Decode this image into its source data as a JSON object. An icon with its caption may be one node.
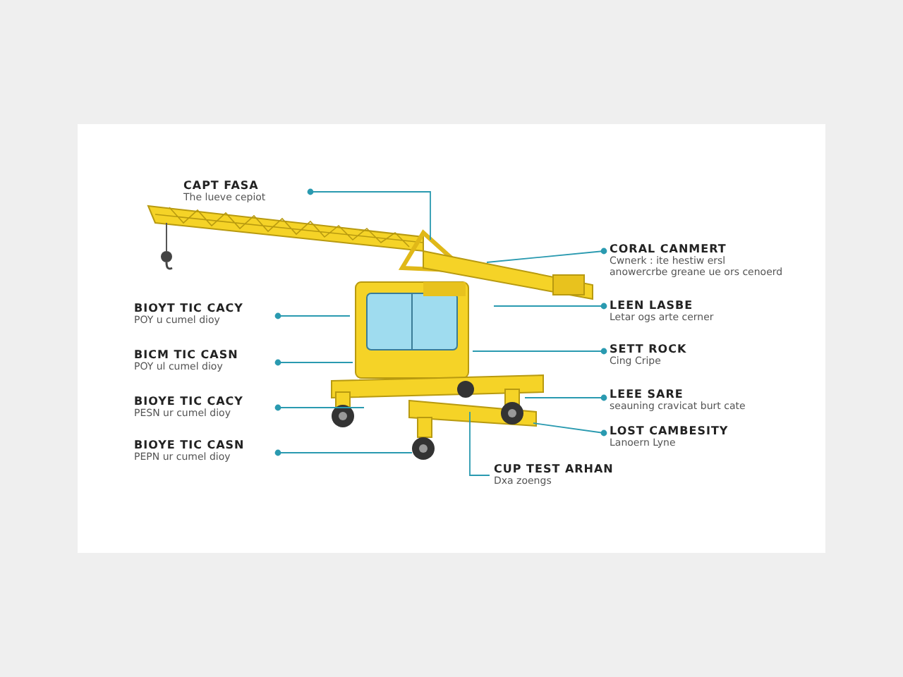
{
  "diagram": {
    "nodes": [
      {
        "text": [
          "CAPT FASA",
          "The lueve cepiot"
        ]
      },
      {
        "text": [
          "BIOYT TIC CACY",
          "POY u cumel dioy"
        ]
      },
      {
        "text": [
          "BICM TIC CASN",
          "POY ul cumel dioy"
        ]
      },
      {
        "text": [
          "BIOYE TIC CACY",
          "PESN ur cumel dioy"
        ]
      },
      {
        "text": [
          "BIOYE TIC CASN",
          "PEPN ur cumel dioy"
        ]
      },
      {
        "text": [
          "CORAL CANMERT",
          "Cwnerk : ite hestiw ersl anowercrbe greane ue ors cenoerd"
        ]
      },
      {
        "text": [
          "LEEN LASBE",
          "Letar ogs arte cerner"
        ]
      },
      {
        "text": [
          "SETT ROCK",
          "Cing Cripe"
        ]
      },
      {
        "text": [
          "LEEE SARE",
          "seauning cravicat burt cate"
        ]
      },
      {
        "text": [
          "LOST CAMBESITY",
          "Lanoern Lyne"
        ]
      },
      {
        "text": [
          "CUP TEST ARHAN",
          "Dxa zoengs"
        ]
      }
    ],
    "edges": [
      {
        "from": 0,
        "to": null,
        "arrow": "other"
      },
      {
        "from": 1,
        "to": null,
        "arrow": "other"
      },
      {
        "from": 2,
        "to": null,
        "arrow": "other"
      },
      {
        "from": 3,
        "to": null,
        "arrow": "other"
      },
      {
        "from": 4,
        "to": null,
        "arrow": "other"
      },
      {
        "from": 5,
        "to": null,
        "arrow": "other"
      },
      {
        "from": 6,
        "to": null,
        "arrow": "other"
      },
      {
        "from": 7,
        "to": null,
        "arrow": "other"
      },
      {
        "from": 8,
        "to": null,
        "arrow": "other"
      },
      {
        "from": 9,
        "to": null,
        "arrow": "other"
      },
      {
        "from": 10,
        "to": null,
        "arrow": "none"
      }
    ]
  }
}
